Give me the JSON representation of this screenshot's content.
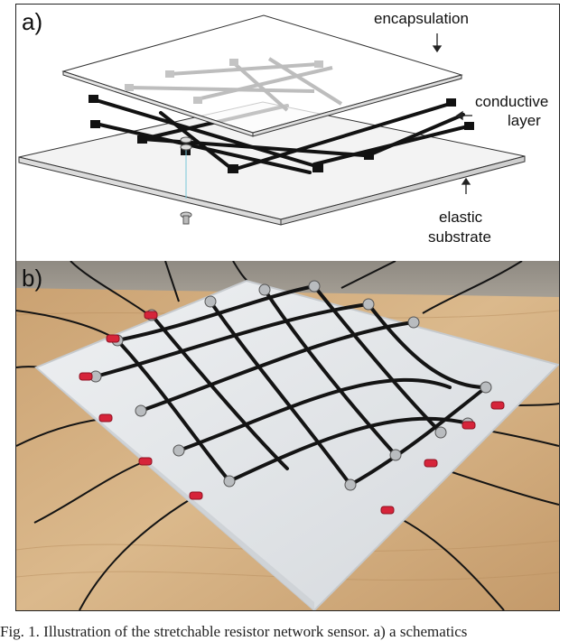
{
  "panel_a": {
    "label": "a)",
    "annotations": {
      "encapsulation": "encapsulation",
      "conductive_line1": "conductive",
      "conductive_line2": "layer",
      "elastic_line1": "elastic",
      "elastic_line2": "substrate"
    }
  },
  "panel_b": {
    "label": "b)"
  },
  "caption": "Fig. 1.   Illustration of the stretchable resistor network sensor. a) a schematics",
  "colors": {
    "trace": "#121212",
    "pad": "#111111",
    "encapsulation_trace": "#bdbdbd",
    "substrate_fill": "#f2f2f2",
    "connector_red": "#d6243a",
    "wood_light": "#d9b58a",
    "wood_dark": "#b48a5d",
    "wall": "#9a958c",
    "silicone": "#e3e6e9"
  }
}
